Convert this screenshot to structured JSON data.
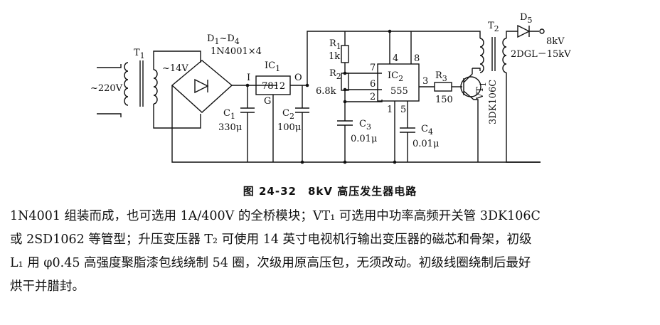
{
  "schematic": {
    "labels": {
      "mains": "~220V",
      "t1": "T",
      "t1_sub": "1",
      "sec_voltage": "~14V",
      "diodes": "D",
      "diodes_sub1": "1",
      "diodes_range": "~D",
      "diodes_sub2": "4",
      "diodes_part": "1N4001×4",
      "ic1": "IC",
      "ic1_sub": "1",
      "ic1_part": "7812",
      "pin_i": "I",
      "pin_o": "O",
      "pin_g": "G",
      "c1": "C",
      "c1_sub": "1",
      "c1_val": "330μ",
      "c2": "C",
      "c2_sub": "2",
      "c2_val": "100μ",
      "r1": "R",
      "r1_sub": "1",
      "r1_val": "1k",
      "r2": "R",
      "r2_sub": "2",
      "r2_val": "6.8k",
      "c3": "C",
      "c3_sub": "3",
      "c3_val": "0.01μ",
      "ic2": "IC",
      "ic2_sub": "2",
      "ic2_part": "555",
      "p4": "4",
      "p8": "8",
      "p7": "7",
      "p6": "6",
      "p2": "2",
      "p3": "3",
      "p1": "1",
      "p5": "5",
      "c4": "C",
      "c4_sub": "4",
      "c4_val": "0.01μ",
      "r3": "R",
      "r3_sub": "3",
      "r3_val": "150",
      "vt1": "VT",
      "vt1_sub": "1",
      "vt1_part": "3DK106C",
      "t2": "T",
      "t2_sub": "2",
      "d5": "D",
      "d5_sub": "5",
      "out_v": "8kV",
      "d5_part": "2DGL－15kV"
    }
  },
  "caption": "图 24-32　8kV 高压发生器电路",
  "paragraph": [
    "1N4001 组装而成，也可选用 1A/400V 的全桥模块；VT₁ 可选用中功率高频开关管 3DK106C",
    "或 2SD1062 等管型；升压变压器 T₂ 可使用 14 英寸电视机行输出变压器的磁芯和骨架，初级",
    "L₁ 用 φ0.45 高强度聚脂漆包线绕制 54 圈，次级用原高压包，无须改动。初级线圈绕制后最好",
    "烘干并腊封。"
  ]
}
